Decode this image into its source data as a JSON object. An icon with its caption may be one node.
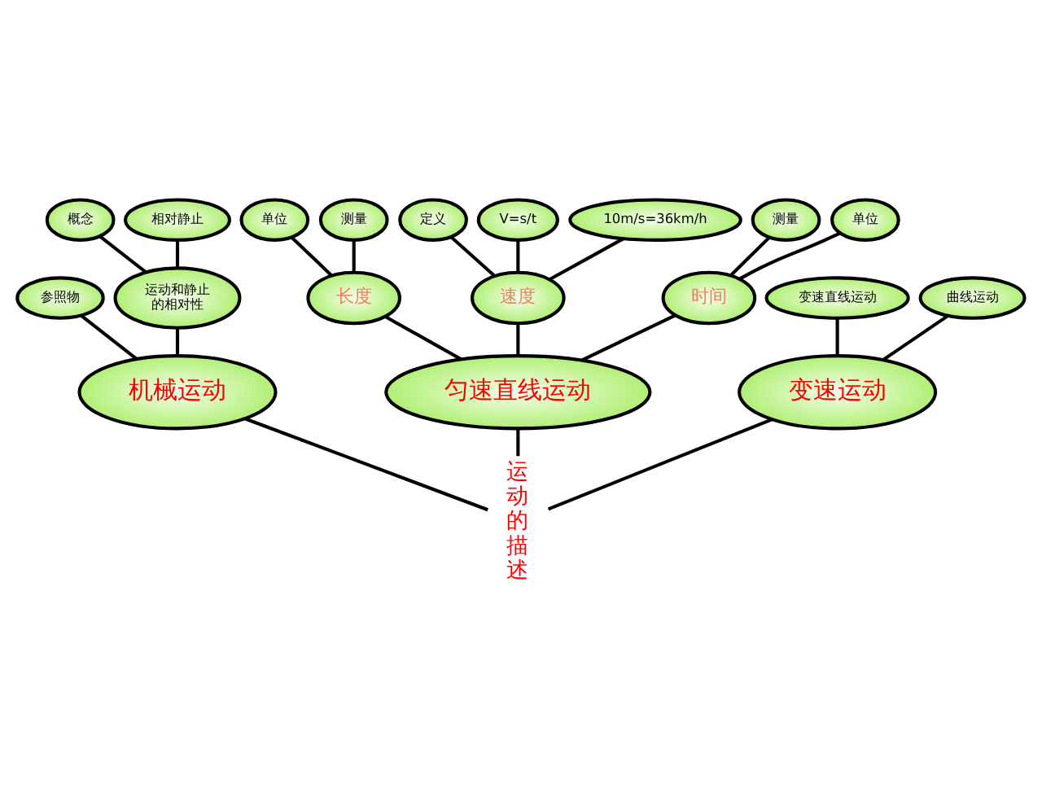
{
  "diagram": {
    "nodes": [
      {
        "text": [
          "运动的描述"
        ]
      },
      {
        "text": [
          "机械运动"
        ]
      },
      {
        "text": [
          "参照物"
        ]
      },
      {
        "text": [
          "运动和静止的相对性"
        ]
      },
      {
        "text": [
          "概念"
        ]
      },
      {
        "text": [
          "相对静止"
        ]
      },
      {
        "text": [
          "匀速直线运动"
        ]
      },
      {
        "text": [
          "长度"
        ]
      },
      {
        "text": [
          "单位"
        ]
      },
      {
        "text": [
          "测量"
        ]
      },
      {
        "text": [
          "速度"
        ]
      },
      {
        "text": [
          "定义"
        ]
      },
      {
        "text": [
          "V=s/t"
        ]
      },
      {
        "text": [
          "10m/s=36km/h"
        ]
      },
      {
        "text": [
          "时间"
        ]
      },
      {
        "text": [
          "测量"
        ]
      },
      {
        "text": [
          "单位"
        ]
      },
      {
        "text": [
          "变速运动"
        ]
      },
      {
        "text": [
          "变速直线运动"
        ]
      },
      {
        "text": [
          "曲线运动"
        ]
      }
    ],
    "edges": [
      {
        "from": 0,
        "to": 1,
        "arrow": "none"
      },
      {
        "from": 0,
        "to": 6,
        "arrow": "none"
      },
      {
        "from": 0,
        "to": 17,
        "arrow": "none"
      },
      {
        "from": 1,
        "to": 2,
        "arrow": "none"
      },
      {
        "from": 1,
        "to": 3,
        "arrow": "none"
      },
      {
        "from": 3,
        "to": 4,
        "arrow": "none"
      },
      {
        "from": 3,
        "to": 5,
        "arrow": "none"
      },
      {
        "from": 6,
        "to": 7,
        "arrow": "none"
      },
      {
        "from": 7,
        "to": 8,
        "arrow": "none"
      },
      {
        "from": 7,
        "to": 9,
        "arrow": "none"
      },
      {
        "from": 6,
        "to": 10,
        "arrow": "none"
      },
      {
        "from": 10,
        "to": 11,
        "arrow": "none"
      },
      {
        "from": 10,
        "to": 12,
        "arrow": "none"
      },
      {
        "from": 10,
        "to": 13,
        "arrow": "none"
      },
      {
        "from": 6,
        "to": 14,
        "arrow": "none"
      },
      {
        "from": 14,
        "to": 15,
        "arrow": "none"
      },
      {
        "from": 14,
        "to": 16,
        "arrow": "none"
      },
      {
        "from": 17,
        "to": 18,
        "arrow": "none"
      },
      {
        "from": 17,
        "to": 19,
        "arrow": "none"
      }
    ]
  }
}
